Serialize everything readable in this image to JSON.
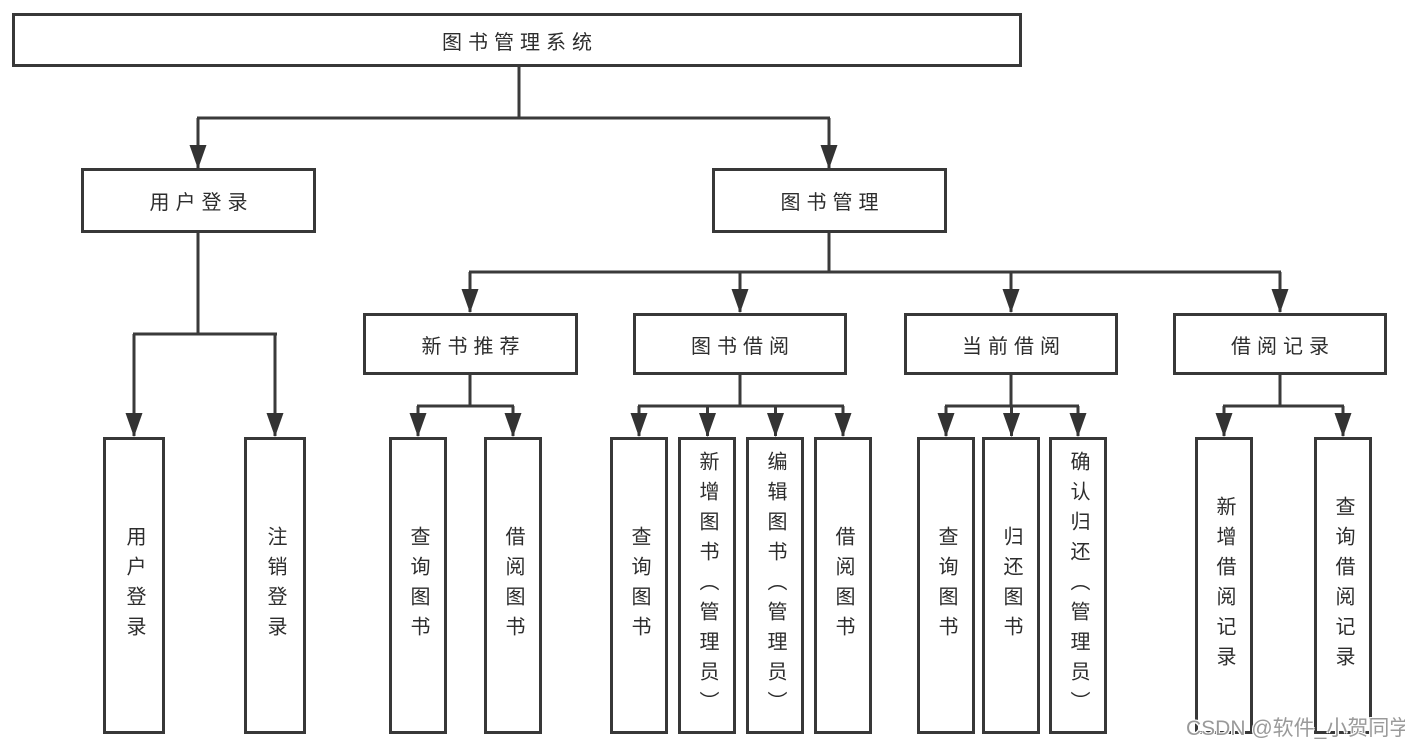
{
  "title": "图书管理系统",
  "watermark": "CSDN @软件_小贺同学",
  "colors": {
    "background": "#ffffff",
    "box_border": "#383838",
    "connector_line": "#3a3a3a",
    "text": "#2d2d2d",
    "watermark_text": "#9a9a9a"
  },
  "level2": [
    {
      "label": "用户登录"
    },
    {
      "label": "图书管理"
    }
  ],
  "level3": [
    {
      "label": "新书推荐"
    },
    {
      "label": "图书借阅"
    },
    {
      "label": "当前借阅"
    },
    {
      "label": "借阅记录"
    }
  ],
  "leaves": {
    "user_login": [
      {
        "label": "用户登录"
      },
      {
        "label": "注销登录"
      }
    ],
    "new_book": [
      {
        "label": "查询图书"
      },
      {
        "label": "借阅图书"
      }
    ],
    "book_borrow": [
      {
        "label": "查询图书"
      },
      {
        "label": "新增图书（管理员）"
      },
      {
        "label": "编辑图书（管理员）"
      },
      {
        "label": "借阅图书"
      }
    ],
    "current_borrow": [
      {
        "label": "查询图书"
      },
      {
        "label": "归还图书"
      },
      {
        "label": "确认归还（管理员）"
      }
    ],
    "borrow_records": [
      {
        "label": "新增借阅记录"
      },
      {
        "label": "查询借阅记录"
      }
    ]
  }
}
